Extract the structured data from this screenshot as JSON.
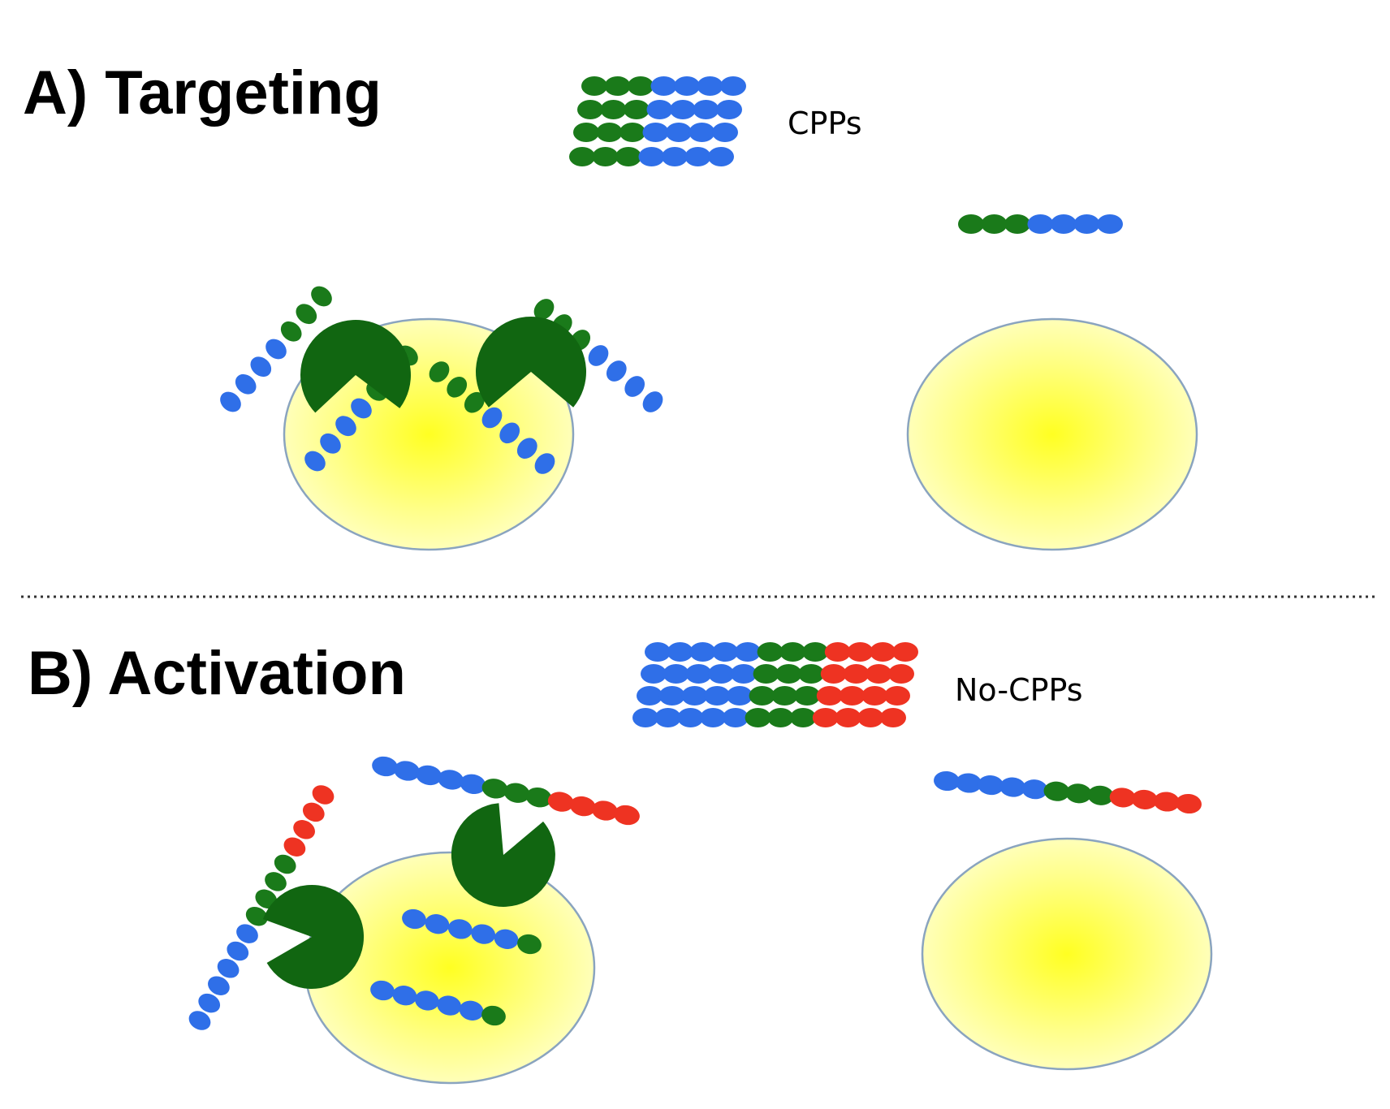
{
  "panels": {
    "targeting": {
      "title": "A) Targeting",
      "peptide_label": "CPPs"
    },
    "activation": {
      "title": "B) Activation",
      "peptide_label": "No-CPPs"
    }
  },
  "legend_colors": {
    "segment_a": "#2f6fe8",
    "segment_b": "#1a7a1a",
    "segment_c": "#ee3322",
    "enzyme": "#116611",
    "cell": "#ffff33",
    "cell_outline": "#7f9db9"
  }
}
